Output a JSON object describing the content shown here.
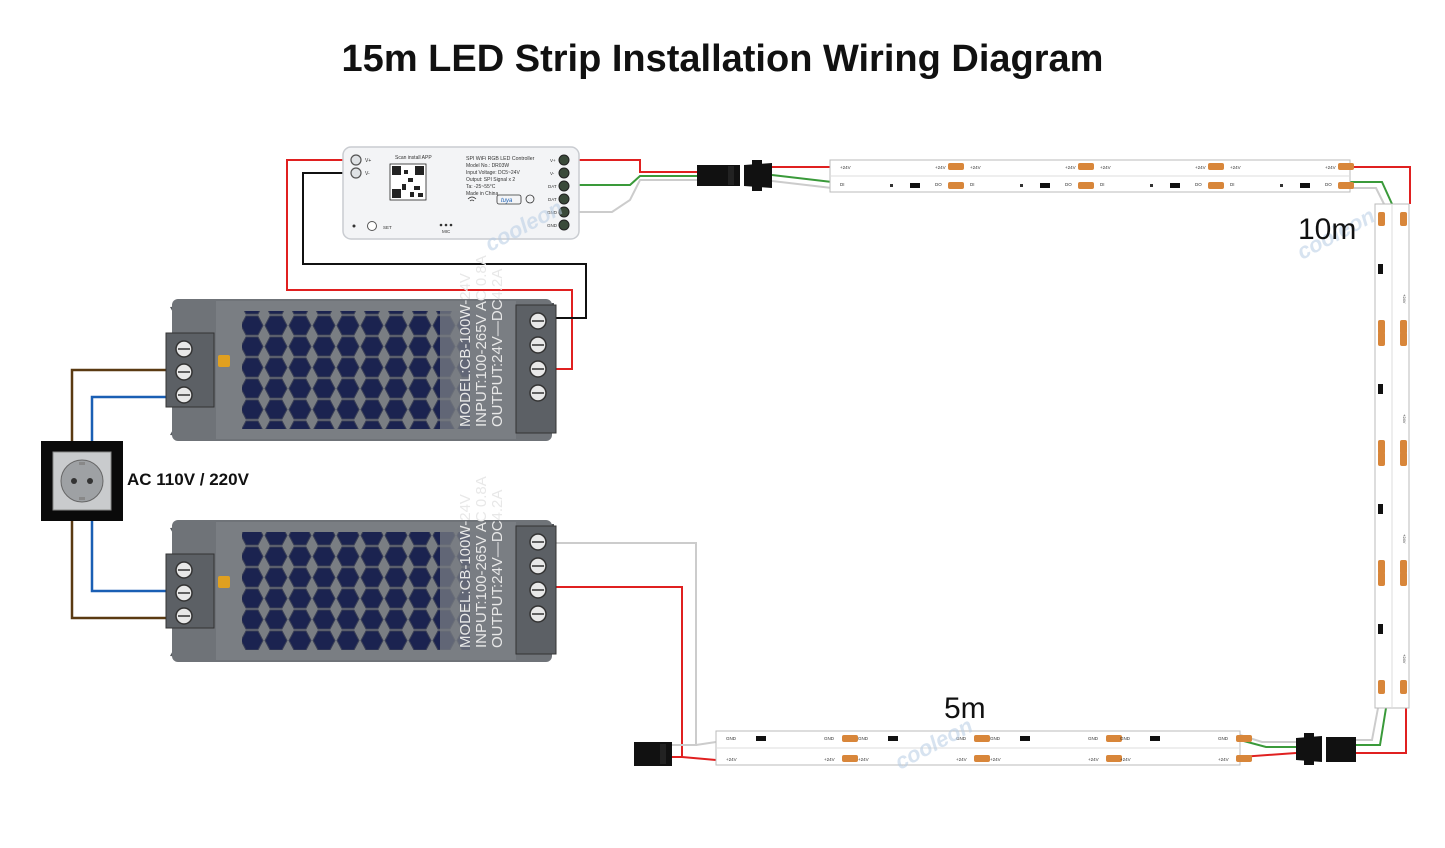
{
  "title": "15m LED Strip Installation Wiring Diagram",
  "labels": {
    "strip_10m": "10m",
    "strip_5m": "5m",
    "ac_input": "AC 110V / 220V"
  },
  "controller": {
    "scan_text": "Scan install APP",
    "name": "SPI WiFi RGB LED Controller",
    "model": "Model No.: DR03W",
    "input_voltage": "Input Voltage: DC5~24V",
    "output": "Output: SPI Signal x 2",
    "temp": "Ta: -25~55°C",
    "made_in": "Made in China",
    "brand": "tuya",
    "set_label": "SET",
    "mic_label": "MIC",
    "terminals": [
      "V+",
      "V-",
      "DAT",
      "DAT",
      "GND",
      "GND"
    ],
    "input_terminals": [
      "V+",
      "V-"
    ]
  },
  "power_supply": {
    "model": "MODEL:CB-100W-24V",
    "input": "INPUT:100-265V AC 0.8A",
    "output": "OUTPUT:24V—DC4.2A"
  },
  "strip_marks": {
    "plus": "+24V",
    "di": "DI",
    "do": "DO",
    "gnd": "GND"
  },
  "watermark": "cooleon",
  "colors": {
    "wire_red": "#e02020",
    "wire_black": "#111111",
    "wire_brown": "#5a3a12",
    "wire_blue": "#1a5fb4",
    "wire_green": "#3a9a3a",
    "wire_white": "#cccccc",
    "psu_body": "#6f7378",
    "led_pad": "#d8863a"
  }
}
